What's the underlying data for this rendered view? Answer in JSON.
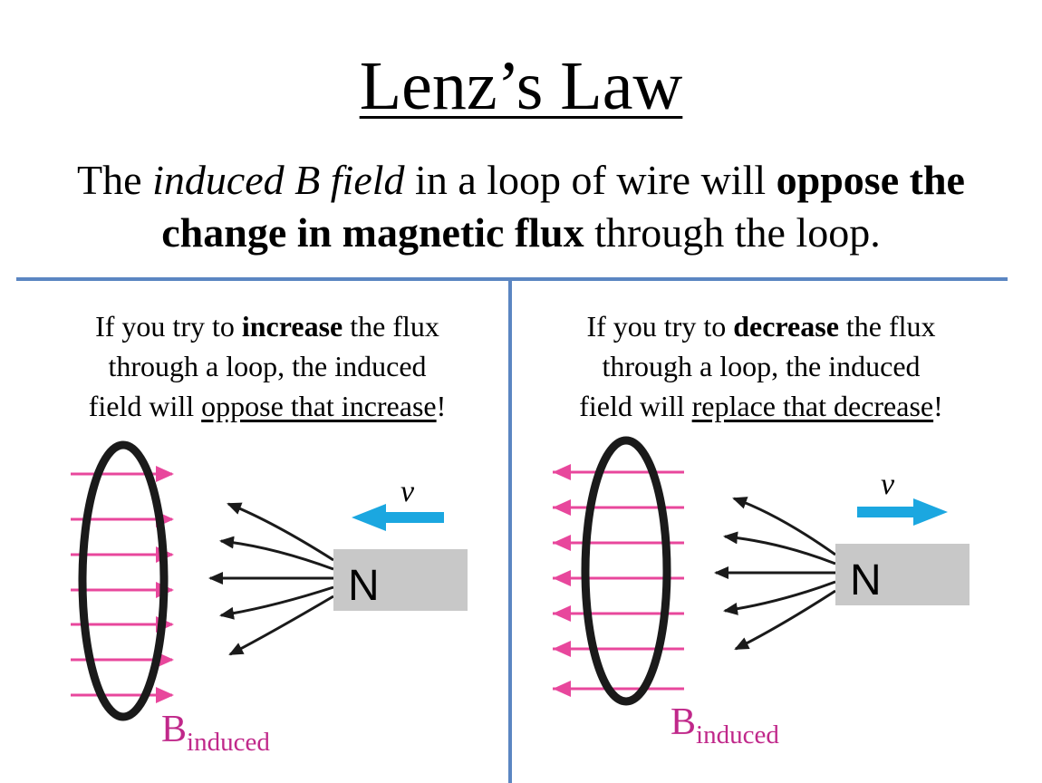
{
  "title": "Lenz’s Law",
  "subtitle": {
    "part1": "The ",
    "italic": "induced B field",
    "part2": " in a loop of wire will ",
    "bold": "oppose the change in magnetic flux",
    "part3": " through the loop."
  },
  "left": {
    "caption": {
      "line1_pre": "If you try to ",
      "line1_bold": "increase",
      "line1_post": " the flux",
      "line2": "through a loop, the induced",
      "line3_pre": "field will ",
      "line3_underline": "oppose that increase",
      "line3_post": "!"
    },
    "magnet_label": "N",
    "velocity_label": "v",
    "b_label": "B",
    "b_subscript": "induced"
  },
  "right": {
    "caption": {
      "line1_pre": "If you try to ",
      "line1_bold": "decrease",
      "line1_post": " the flux",
      "line2": "through a loop, the induced",
      "line3_pre": "field will ",
      "line3_underline": "replace that decrease",
      "line3_post": "!"
    },
    "magnet_label": "N",
    "velocity_label": "v",
    "b_label": "B",
    "b_subscript": "induced"
  },
  "colors": {
    "induced_field": "#e8479c",
    "velocity_arrow": "#1ba7e0",
    "divider": "#5b86c2",
    "magnet": "#c8c8c8"
  }
}
